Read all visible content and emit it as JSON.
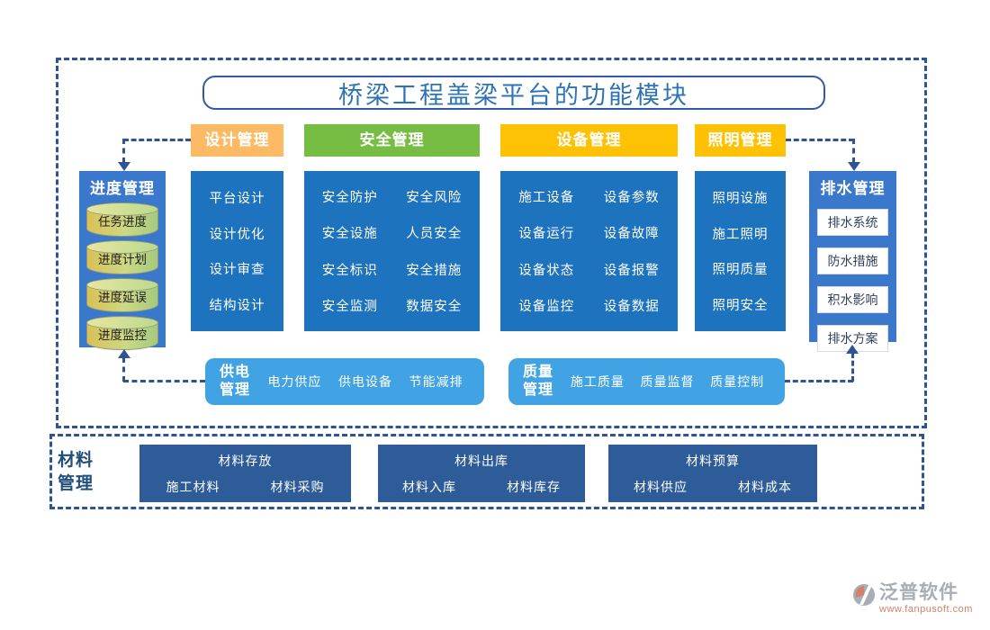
{
  "title": "桥梁工程盖梁平台的功能模块",
  "colors": {
    "column_blue": "#1E73BE",
    "side_blue": "#3A78CC",
    "pill_blue": "#41A3E3",
    "navy_box": "#2E5C99",
    "dash_navy": "#2F5496",
    "orange": "#FBBA63",
    "green": "#77BD43",
    "gold": "#FFC104",
    "title_blue": "#2E74B5"
  },
  "headers": {
    "design": "设计管理",
    "safety": "安全管理",
    "equipment": "设备管理",
    "lighting": "照明管理"
  },
  "columns": {
    "design": {
      "items": [
        "平台设计",
        "设计优化",
        "设计审查",
        "结构设计"
      ]
    },
    "safety": {
      "items": [
        "安全防护",
        "安全风险",
        "安全设施",
        "人员安全",
        "安全标识",
        "安全措施",
        "安全监测",
        "数据安全"
      ]
    },
    "equipment": {
      "items": [
        "施工设备",
        "设备参数",
        "设备运行",
        "设备故障",
        "设备状态",
        "设备报警",
        "设备监控",
        "设备数据"
      ]
    },
    "lighting": {
      "items": [
        "照明设施",
        "施工照明",
        "照明质量",
        "照明安全"
      ]
    }
  },
  "progress": {
    "title": "进度管理",
    "items": [
      "任务进度",
      "进度计划",
      "进度延误",
      "进度监控"
    ]
  },
  "drainage": {
    "title": "排水管理",
    "items": [
      "排水系统",
      "防水措施",
      "积水影响",
      "排水方案"
    ]
  },
  "power": {
    "title_line1": "供电",
    "title_line2": "管理",
    "items": [
      "电力供应",
      "供电设备",
      "节能减排"
    ]
  },
  "quality": {
    "title_line1": "质量",
    "title_line2": "管理",
    "items": [
      "施工质量",
      "质量监督",
      "质量控制"
    ]
  },
  "materials": {
    "label_line1": "材料",
    "label_line2": "管理",
    "groups": [
      {
        "title": "材料存放",
        "items": [
          "施工材料",
          "材料采购"
        ]
      },
      {
        "title": "材料出库",
        "items": [
          "材料入库",
          "材料库存"
        ]
      },
      {
        "title": "材料预算",
        "items": [
          "材料供应",
          "材料成本"
        ]
      }
    ]
  },
  "logo": {
    "name": "泛普软件",
    "url": "www.fanpusoft.com"
  }
}
